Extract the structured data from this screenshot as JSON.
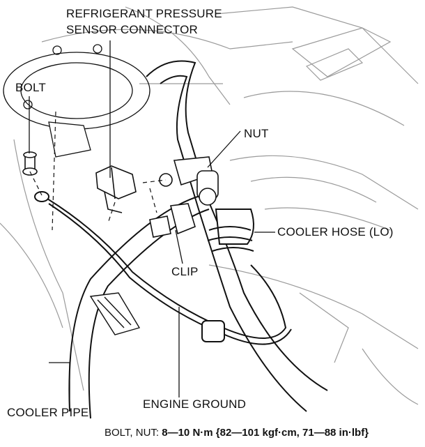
{
  "labels": {
    "refrigerant_line1": "REFRIGERANT PRESSURE",
    "refrigerant_line2": "SENSOR CONNECTOR",
    "bolt": "BOLT",
    "nut": "NUT",
    "cooler_hose": "COOLER HOSE (LO)",
    "clip": "CLIP",
    "cooler_pipe": "COOLER PIPE",
    "engine_ground": "ENGINE GROUND"
  },
  "torque_spec": {
    "label": "BOLT, NUT:",
    "value": "8—10 N·m {82—101 kgf·cm, 71—88 in·lbf}"
  },
  "colors": {
    "line": "#111111",
    "background": "#ffffff",
    "shade": "#bdbdbd"
  }
}
